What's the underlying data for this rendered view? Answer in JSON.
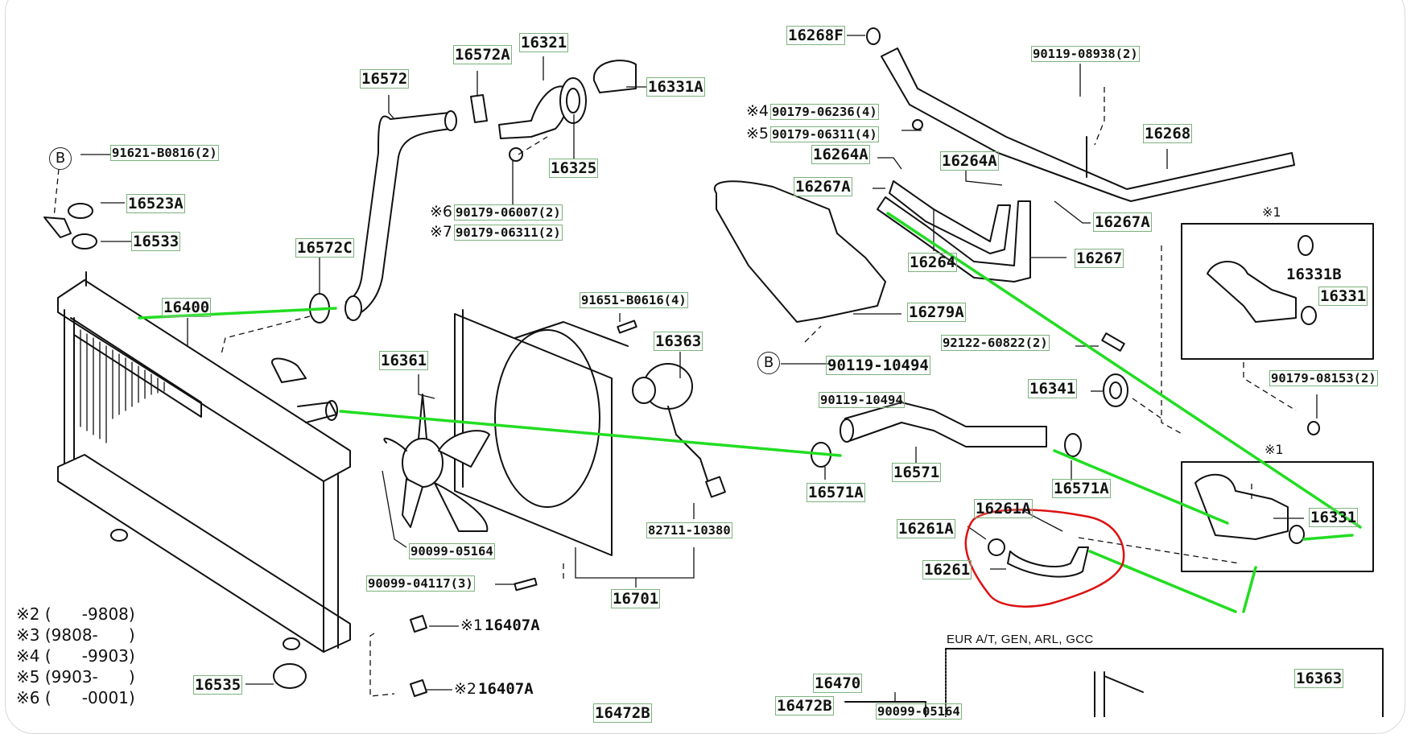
{
  "diagram": {
    "title": "Radiator & Water Outlet parts diagram",
    "label_box_color": "#7fb27f",
    "highlight_line_color": "#22dd22",
    "highlight_circle_color": "#dd1111",
    "region_title": "EUR A/T, GEN, ARL, GCC",
    "circle_ref": "B",
    "notes": [
      {
        "mark": "※2",
        "text": "(      -9808)"
      },
      {
        "mark": "※3",
        "text": "(9808-      )"
      },
      {
        "mark": "※4",
        "text": "(      -9903)"
      },
      {
        "mark": "※5",
        "text": "(9903-      )"
      },
      {
        "mark": "※6",
        "text": "(      -0001)"
      }
    ],
    "labels": {
      "p91621": "91621-B0816(2)",
      "p16523A": "16523A",
      "p16533": "16533",
      "p16572": "16572",
      "p16572A": "16572A",
      "p16321": "16321",
      "p16331A": "16331A",
      "p16325": "16325",
      "p90179_06007": "90179-06007(2)",
      "p90179_06311_2": "90179-06311(2)",
      "m6": "※6",
      "m7": "※7",
      "p16572C": "16572C",
      "p16400": "16400",
      "p16268F": "16268F",
      "p90179_06236": "90179-06236(4)",
      "p90179_06311_4": "90179-06311(4)",
      "m4": "※4",
      "m5": "※5",
      "p16264A_1": "16264A",
      "p16264A_2": "16264A",
      "p16267A_1": "16267A",
      "p16267A_2": "16267A",
      "p16264": "16264",
      "p16267": "16267",
      "p16279A": "16279A",
      "p90119_08938": "90119-08938(2)",
      "p16268": "16268",
      "m1_top": "※1",
      "p16331B": "16331B",
      "p16331_top": "16331",
      "p91651": "91651-B0616(4)",
      "p16363": "16363",
      "p16361": "16361",
      "p90119_10494_a": "90119-10494",
      "p90119_10494_b": "90119-10494",
      "p92122": "92122-60822(2)",
      "p16341": "16341",
      "p90179_08153": "90179-08153(2)",
      "m1_bottom": "※1",
      "p16571": "16571",
      "p16571A_1": "16571A",
      "p16571A_2": "16571A",
      "p16261A_1": "16261A",
      "p16261A_2": "16261A",
      "p16261": "16261",
      "p16331_bottom": "16331",
      "p90099_05164": "90099-05164",
      "p82711": "82711-10380",
      "p90099_04117": "90099-04117(3)",
      "p16701": "16701",
      "p16407A_1": "16407A",
      "p16407A_2": "16407A",
      "m1_16407": "※1",
      "m2_16407": "※2",
      "p16535": "16535",
      "p16470": "16470",
      "p16472B_1": "16472B",
      "p16472B_2": "16472B",
      "p90099_05164_b": "90099-05164",
      "p16363_b": "16363"
    }
  }
}
